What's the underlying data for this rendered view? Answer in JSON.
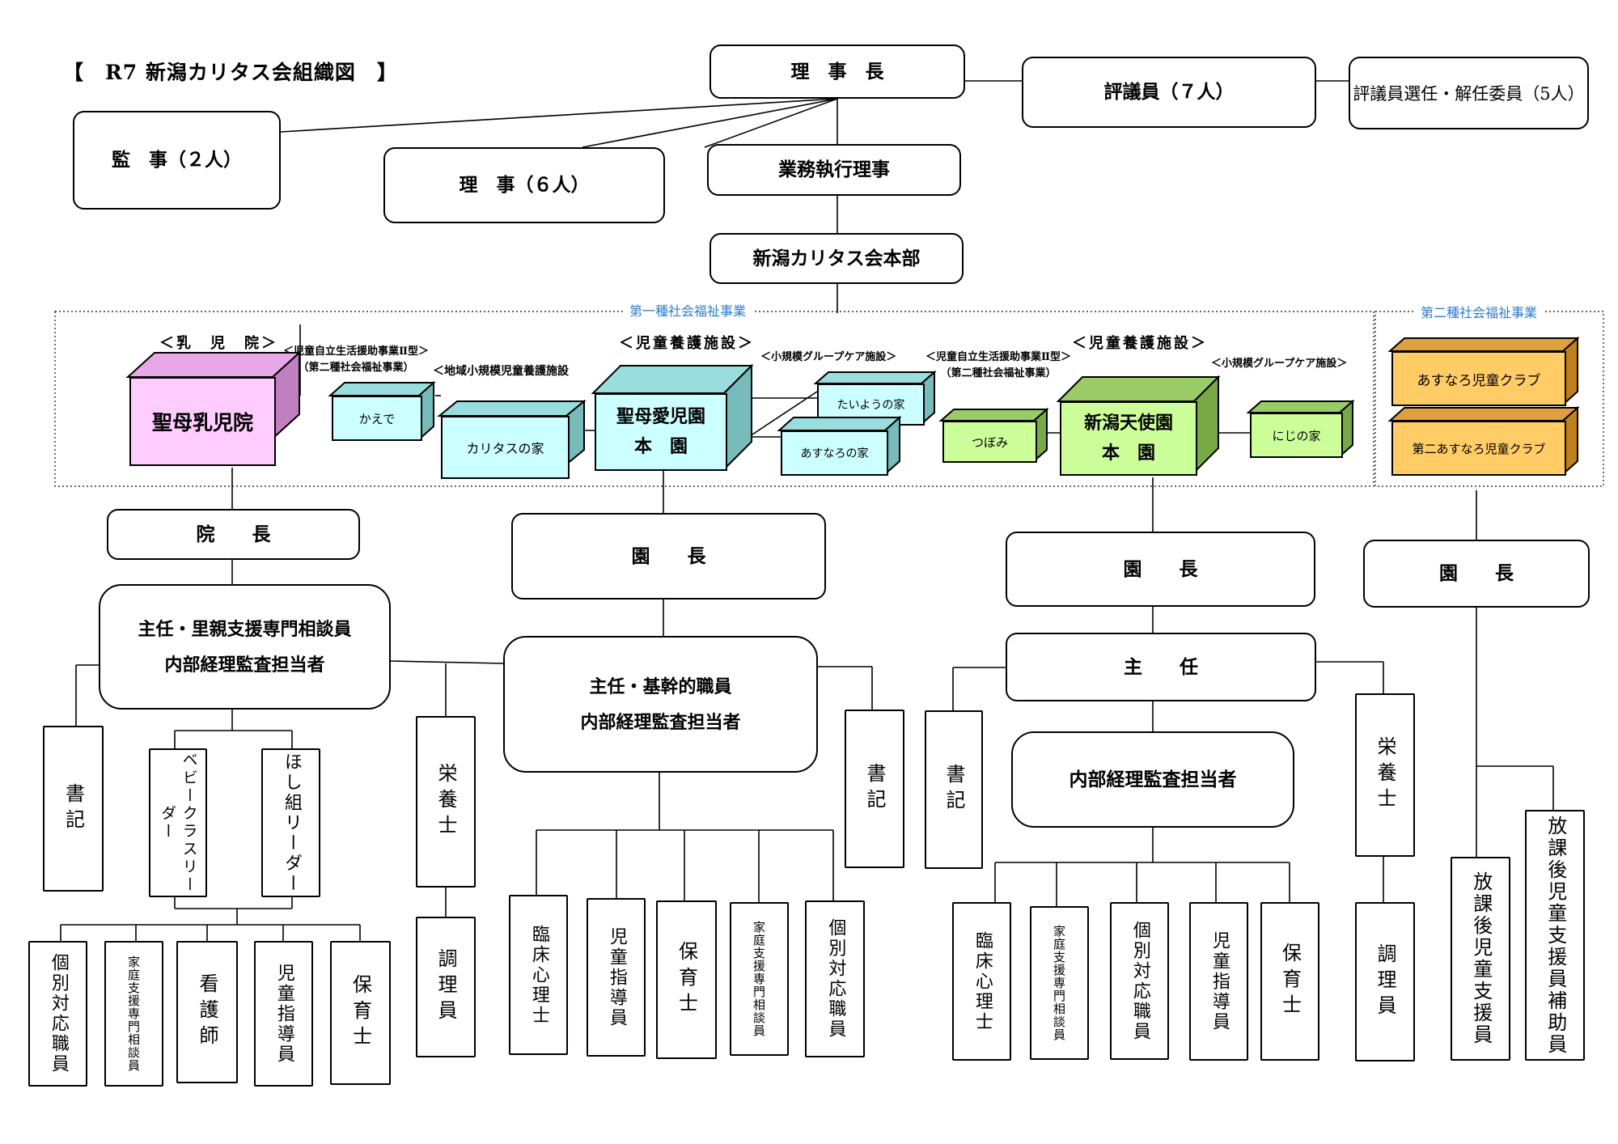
{
  "title": "【　R7 新潟カリタス会組織図　】",
  "sections": {
    "first": "第一種社会福祉事業",
    "second": "第二種社会福祉事業"
  },
  "leadership": {
    "chairman": "理　事　長",
    "councilors": "評議員（７人）",
    "selection": "評議員選任・解任委員（5人）",
    "auditors": "監　事（２人）",
    "directors": "理　事（６人）",
    "executive": "業務執行理事",
    "hq": "新潟カリタス会本部"
  },
  "labels": {
    "infant_home_header": "＜乳　児　院＞",
    "support_left_l1": "＜児童自立生活援助事業Ⅱ型＞",
    "support_left_l2": "（第二種社会福祉事業）",
    "regional_small": "＜地域小規模児童養護施設",
    "childcare_left": "＜児童養護施設＞",
    "group_care_left": "＜小規模グループケア施設＞",
    "support_right_l1": "＜児童自立生活援助事業Ⅱ型＞",
    "support_right_l2": "（第二種社会福祉事業）",
    "childcare_right": "＜児童養護施設＞",
    "group_care_right": "＜小規模グループケア施設＞"
  },
  "facilities": {
    "infant_home": "聖母乳児院",
    "kaede": "かえで",
    "caritas_house": "カリタスの家",
    "seibo_line1": "聖母愛児園",
    "seibo_line2": "本　園",
    "taiyou": "たいようの家",
    "asunaro_house": "あすなろの家",
    "tsubomi": "つぼみ",
    "tenshi_line1": "新潟天使園",
    "tenshi_line2": "本　園",
    "niji": "にじの家",
    "club1": "あすなろ児童クラブ",
    "club2": "第二あすなろ児童クラブ"
  },
  "infant_home_org": {
    "director": "院　　長",
    "chief_line1": "主任・里親支援専門相談員",
    "chief_line2": "内部経理監査担当者",
    "clerk": "書記",
    "baby_leader": "ベビークラスリーダー",
    "hoshi_leader": "ほし組リーダー",
    "nutritionist": "栄養士",
    "cook": "調理員",
    "staff": [
      "個別対応職員",
      "家庭支援専門相談員",
      "看護師",
      "児童指導員",
      "保育士"
    ]
  },
  "seibo_org": {
    "director": "園　　長",
    "chief_line1": "主任・基幹的職員",
    "chief_line2": "内部経理監査担当者",
    "clerk": "書記",
    "staff": [
      "臨床心理士",
      "児童指導員",
      "保育士",
      "家庭支援専門相談員",
      "個別対応職員"
    ]
  },
  "tenshi_org": {
    "director": "園　　長",
    "chief": "主　　任",
    "auditor": "内部経理監査担当者",
    "clerk": "書記",
    "nutritionist": "栄養士",
    "cook": "調理員",
    "staff": [
      "臨床心理士",
      "家庭支援専門相談員",
      "個別対応職員",
      "児童指導員",
      "保育士"
    ]
  },
  "club_org": {
    "director": "園　　長",
    "staff": [
      "放課後児童支援員",
      "放課後児童支援員補助員"
    ]
  },
  "colors": {
    "pink": "#ffccff",
    "cyan": "#ccffff",
    "green": "#ccff99",
    "orange": "#ffcc66",
    "section_blue": "#2b7bd0"
  }
}
